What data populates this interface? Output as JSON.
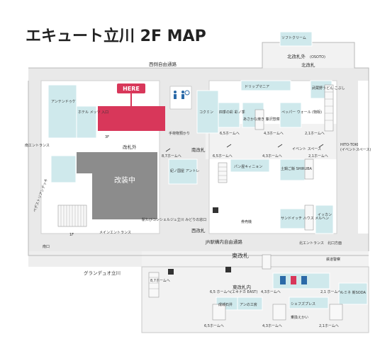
{
  "title": "エキュート立川 2F MAP",
  "here_label": "HERE",
  "renovation_label": "改装中",
  "passages": {
    "west": "西側自由通路",
    "north_gate_top": "北改札",
    "north_gate_outer": "北改札外",
    "north_gate_outer_sub": "(OSOTO)",
    "west_gate": "西改札",
    "south_gate": "南改札",
    "gate_outer": "改札外",
    "east_gate": "東改札",
    "east_gate_inner": "東改札内",
    "east_gate_inner_sub": "(エキナカ EAST)",
    "jr_passage": "JR駅構内自由通路",
    "grandue": "グランデュオ立川",
    "south_entrance": "南エントランス",
    "north_entrance": "北エントランス",
    "north_entrance_sub": "北口方面",
    "main_entrance": "メインエントランス",
    "pedestrian_deck": "ペデストリアンデッキ",
    "south_exit": "南口",
    "floor_1f": "1F",
    "floor_3f": "3F"
  },
  "stores": {
    "antenduke": "アンテンドゥケ",
    "hotel_mets": "ホテル メッツ 入口",
    "cocomin": "コクミン",
    "drip_mania": "ドリップマニア",
    "musashino_udon": "武蔵野うどん こぶし",
    "pepper_wall": "ペッパー ウォール (物販)",
    "shikinokaori": "四季の彩 彩ノ季",
    "akimushi": "あさかな焼き 藤沢惣菜",
    "panya": "パン屋キィニョン",
    "sanpiu": "サンドイッチ ハウス メルヘン",
    "doki_kikaku": "土鍋ご飯 SHIRUBA",
    "ikkan": "イッカン",
    "hito_toki": "HITO-TOKI",
    "hito_toki_sub": "(イベントスペース)",
    "event_space": "イベント スペース",
    "ticket_office": "駅たびコンシェルジュ立川 みどりの窓口",
    "ticket_machine": "券売機",
    "ticket_machine_2": "紀ノ国屋 アントレ",
    "police": "鉄道警察",
    "shoeplus": "シェフズプレス",
    "seijoishii": "成城石井",
    "anno_kobo": "アンの工房",
    "new_soda": "ルミネ 新SODA",
    "lumine_soft": "ソフトクリーム",
    "baggage": "手荷物預かり",
    "kai_soft": "乗換えかい"
  },
  "platforms": {
    "p87_top": "8,7ホームへ",
    "p65_top": "6,5ホームへ",
    "p43_top": "4,3ホームへ",
    "p21_top": "2,1ホームへ",
    "p87_bottom": "8,7ホームへ",
    "p65_mid": "6,5 ホームへ",
    "p43_mid": "4,3ホームへ",
    "p21_mid": "2,1 ホームへ",
    "p65_bottom": "6,5ホームへ",
    "p43_bottom": "4,3ホームへ",
    "p21_bottom": "2,1ホームへ",
    "p65_upper": "6,5ホームへ",
    "p43_upper": "4,3ホームへ",
    "p21_upper": "2,1ホームへ"
  },
  "colors": {
    "shop": "#cfe9ec",
    "here": "#d8375a",
    "renovation": "#8c8c8c",
    "corridor": "#e6e6e6",
    "wall": "#bdbdbd",
    "line": "#9a9a9a",
    "text": "#333333",
    "icon_blue": "#2b6aa8"
  }
}
